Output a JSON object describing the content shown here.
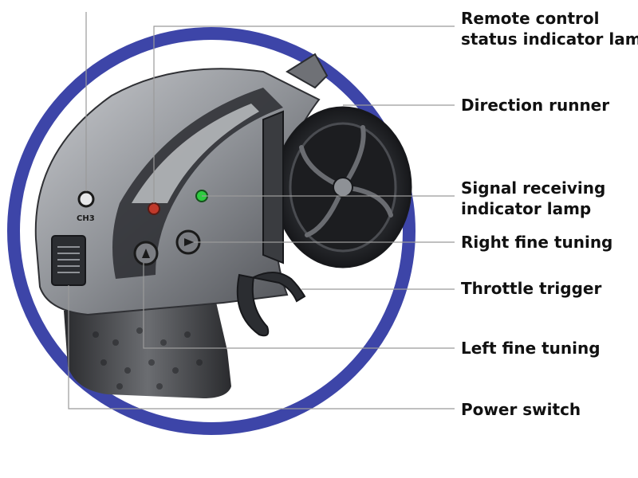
{
  "labels": {
    "remote_status_line1": "Remote control",
    "remote_status_line2": "status indicator lamp",
    "direction_runner": "Direction runner",
    "signal_line1": "Signal receiving",
    "signal_line2": "indicator lamp",
    "right_fine_tuning": "Right fine tuning",
    "throttle_trigger": "Throttle trigger",
    "left_fine_tuning": "Left fine tuning",
    "power_switch": "Power switch"
  },
  "device": {
    "ch3_label": "CH3"
  },
  "colors": {
    "ring": "#3d45a8",
    "body": "#8e9196",
    "wheel": "#2b2d31",
    "red_lamp": "#c0392b",
    "green_lamp": "#2ecc40",
    "leader": "#9a9a9a"
  }
}
